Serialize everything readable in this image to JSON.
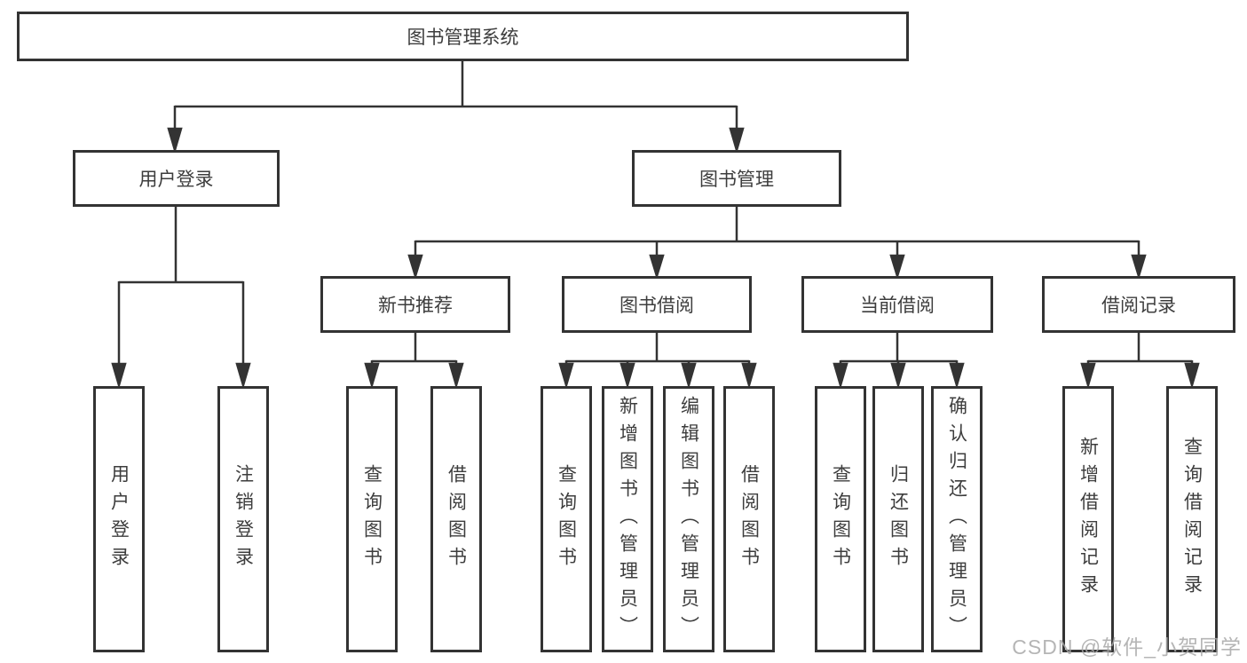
{
  "tree": {
    "root": "图书管理系统",
    "children": [
      {
        "label": "用户登录",
        "children": [
          {
            "label": "用户登录"
          },
          {
            "label": "注销登录"
          }
        ]
      },
      {
        "label": "图书管理",
        "children": [
          {
            "label": "新书推荐",
            "children": [
              {
                "label": "查询图书"
              },
              {
                "label": "借阅图书"
              }
            ]
          },
          {
            "label": "图书借阅",
            "children": [
              {
                "label": "查询图书"
              },
              {
                "label": "新增图书（管理员）"
              },
              {
                "label": "编辑图书（管理员）"
              },
              {
                "label": "借阅图书"
              }
            ]
          },
          {
            "label": "当前借阅",
            "children": [
              {
                "label": "查询图书"
              },
              {
                "label": "归还图书"
              },
              {
                "label": "确认归还（管理员）"
              }
            ]
          },
          {
            "label": "借阅记录",
            "children": [
              {
                "label": "新增借阅记录"
              },
              {
                "label": "查询借阅记录"
              }
            ]
          }
        ]
      }
    ]
  },
  "watermark": "CSDN @软件_小贺同学",
  "colors": {
    "line": "#333333",
    "text": "#3d3d3d",
    "background": "#ffffff",
    "watermark": "#a8a8a8"
  }
}
